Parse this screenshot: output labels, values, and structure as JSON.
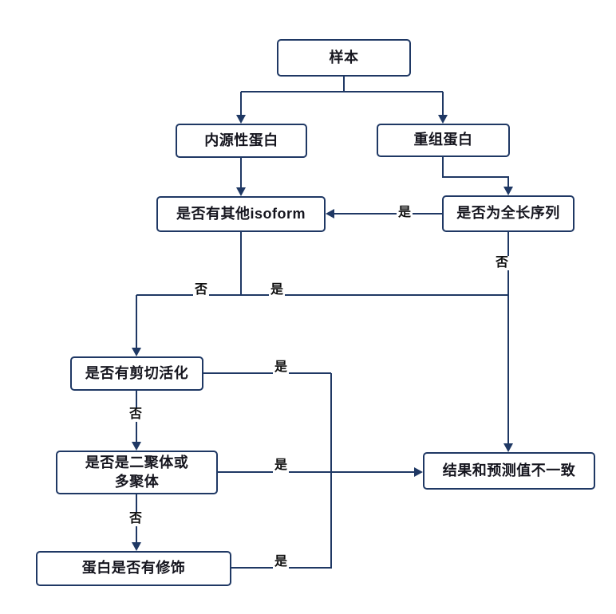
{
  "diagram": {
    "type": "flowchart",
    "accent_color": "#1f3864",
    "background": "#ffffff",
    "nodes": {
      "sample": {
        "label": "样本"
      },
      "endogenous_protein": {
        "label": "内源性蛋白"
      },
      "recombinant_protein": {
        "label": "重组蛋白"
      },
      "other_isoform": {
        "label": "是否有其他isoform"
      },
      "full_length_sequence": {
        "label": "是否为全长序列"
      },
      "cleavage_activation": {
        "label": "是否有剪切活化"
      },
      "dimer_multimer": {
        "label": "是否是二聚体或\n多聚体"
      },
      "protein_modification": {
        "label": "蛋白是否有修饰"
      },
      "result_mismatch": {
        "label": "结果和预测值不一致"
      }
    },
    "edges": [
      {
        "from": "sample",
        "to": "endogenous_protein",
        "label": ""
      },
      {
        "from": "sample",
        "to": "recombinant_protein",
        "label": ""
      },
      {
        "from": "endogenous_protein",
        "to": "other_isoform",
        "label": ""
      },
      {
        "from": "recombinant_protein",
        "to": "full_length_sequence",
        "label": ""
      },
      {
        "from": "full_length_sequence",
        "to": "other_isoform",
        "label": "是"
      },
      {
        "from": "full_length_sequence",
        "to": "result_mismatch",
        "label": "否"
      },
      {
        "from": "other_isoform",
        "to": "cleavage_activation",
        "label": "否"
      },
      {
        "from": "other_isoform",
        "to": "result_mismatch",
        "label": "是"
      },
      {
        "from": "cleavage_activation",
        "to": "dimer_multimer",
        "label": "否"
      },
      {
        "from": "cleavage_activation",
        "to": "result_mismatch",
        "label": "是"
      },
      {
        "from": "dimer_multimer",
        "to": "protein_modification",
        "label": "否"
      },
      {
        "from": "dimer_multimer",
        "to": "result_mismatch",
        "label": "是"
      },
      {
        "from": "protein_modification",
        "to": "result_mismatch",
        "label": "是"
      }
    ]
  }
}
